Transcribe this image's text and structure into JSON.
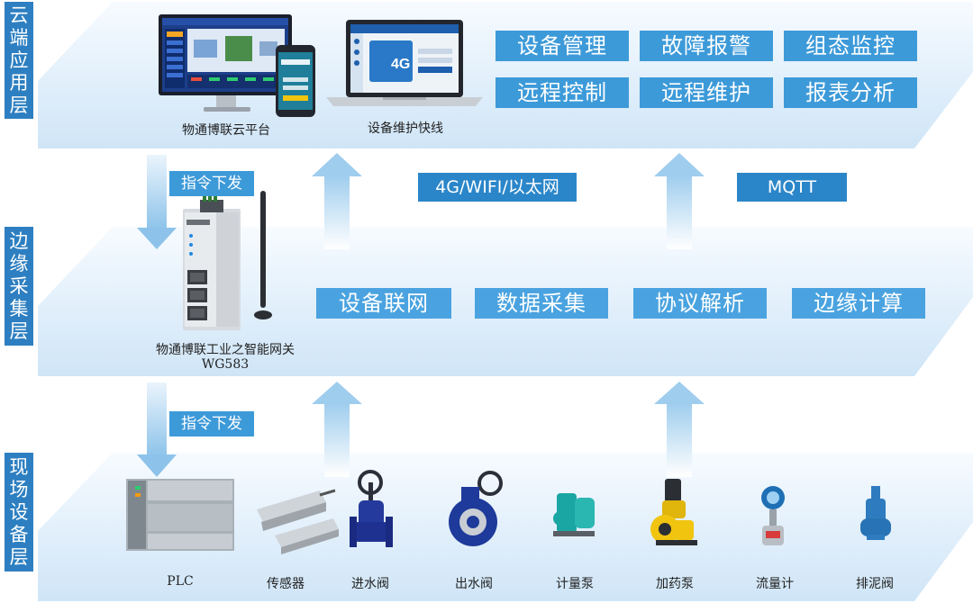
{
  "layers": {
    "cloud": {
      "label": [
        "云",
        "端",
        "应",
        "用",
        "层"
      ]
    },
    "edge": {
      "label": [
        "边",
        "缘",
        "采",
        "集",
        "层"
      ]
    },
    "field": {
      "label": [
        "现",
        "场",
        "设",
        "备",
        "层"
      ]
    }
  },
  "cloud": {
    "features": [
      "设备管理",
      "故障报警",
      "组态监控",
      "远程控制",
      "远程维护",
      "报表分析"
    ],
    "platform_caption": "物通博联云平台",
    "maintenance_caption": "设备维护快线",
    "screen_tag": "4G"
  },
  "links": {
    "command_top": "指令下发",
    "command_bottom": "指令下发",
    "network": "4G/WIFI/以太网",
    "protocol": "MQTT"
  },
  "edge": {
    "features": [
      "设备联网",
      "数据采集",
      "协议解析",
      "边缘计算"
    ],
    "gateway_caption": "物通博联工业之智能网关",
    "gateway_model": "WG583"
  },
  "field": {
    "devices": [
      "PLC",
      "传感器",
      "进水阀",
      "出水阀",
      "计量泵",
      "加药泵",
      "流量计",
      "排泥阀"
    ]
  },
  "colors": {
    "label_bg": "#2d7fc1",
    "feature_bg": "#3d9ad9",
    "arrow": "#a9d3f0"
  }
}
